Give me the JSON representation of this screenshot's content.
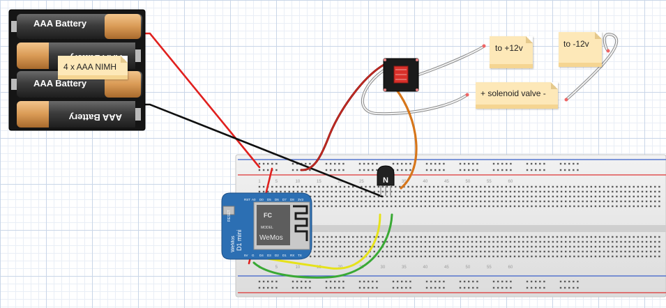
{
  "battery": {
    "cell_labels": [
      "AAA Battery",
      "AAA Battery",
      "AAA Battery",
      "AAA Battery"
    ],
    "note": "4 x AAA NIMH"
  },
  "notes": {
    "plus12": "to +12v",
    "minus12": "to -12v",
    "valve": "+ solenoid valve -"
  },
  "transistor": {
    "label": "N"
  },
  "board": {
    "name": "D1 mini",
    "brand": "WeMos",
    "reset": "RESET",
    "chip_text": "WeMos",
    "fc": "FC",
    "model": "MODEL",
    "top_pins": [
      "RST",
      "A0",
      "D0",
      "D5",
      "D6",
      "D7",
      "D8",
      "3V3"
    ],
    "bottom_pins": [
      "5V",
      "G",
      "D4",
      "D3",
      "D2",
      "D1",
      "RX",
      "TX"
    ]
  },
  "breadboard": {
    "col_numbers": [
      "1",
      "5",
      "10",
      "15",
      "20",
      "25",
      "30",
      "35",
      "40",
      "45",
      "50",
      "55",
      "60"
    ]
  },
  "colors": {
    "wire_red": "#e0201e",
    "wire_darkred": "#9b1410",
    "wire_black": "#101010",
    "wire_orange": "#d6761b",
    "wire_green": "#3aa935",
    "wire_yellow": "#e6e21b",
    "board_blue": "#2c6fb3",
    "note_bg": "#fde8b8"
  }
}
